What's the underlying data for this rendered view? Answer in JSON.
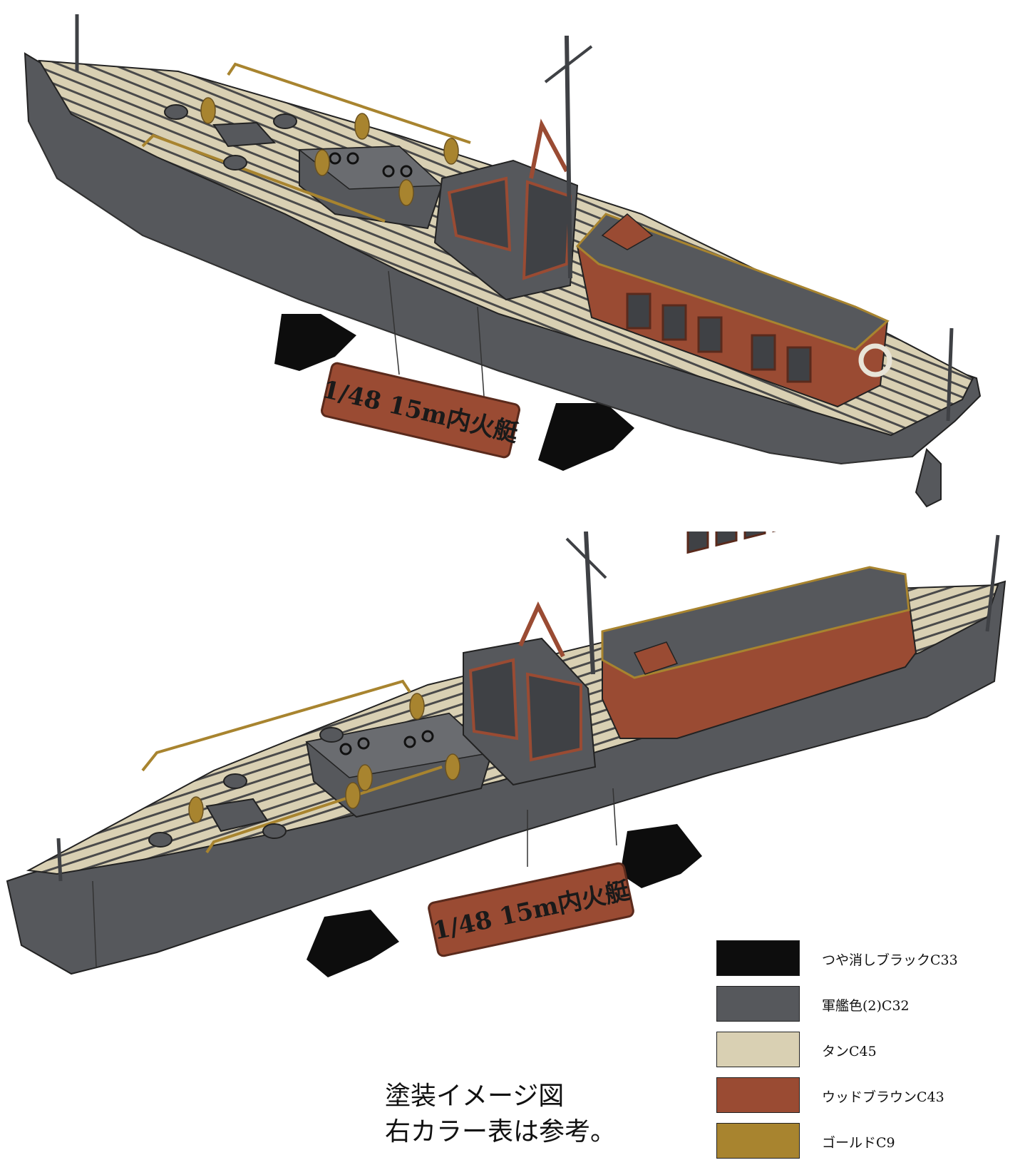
{
  "top_model": {
    "plaque": "1/48 15m内火艇"
  },
  "bottom_model": {
    "plaque": "1/48 15m内火艇"
  },
  "caption": {
    "line1": "塗装イメージ図",
    "line2": "右カラー表は参考。"
  },
  "legend": [
    {
      "label": "つや消しブラックC33",
      "color": "#0d0d0d"
    },
    {
      "label": "軍艦色(2)C32",
      "color": "#56585c"
    },
    {
      "label": "タンC45",
      "color": "#d9d0b3"
    },
    {
      "label": "ウッドブラウンC43",
      "color": "#9a4b33"
    },
    {
      "label": "ゴールドC9",
      "color": "#a8842f"
    }
  ],
  "colors": {
    "hull": "#56585c",
    "hull_dark": "#3f4145",
    "deck_plank": "#d9d0b3",
    "deck_seam": "#4a4a4a",
    "cabin_wood": "#9a4b33",
    "gold": "#a8842f",
    "stand": "#0d0d0d"
  }
}
